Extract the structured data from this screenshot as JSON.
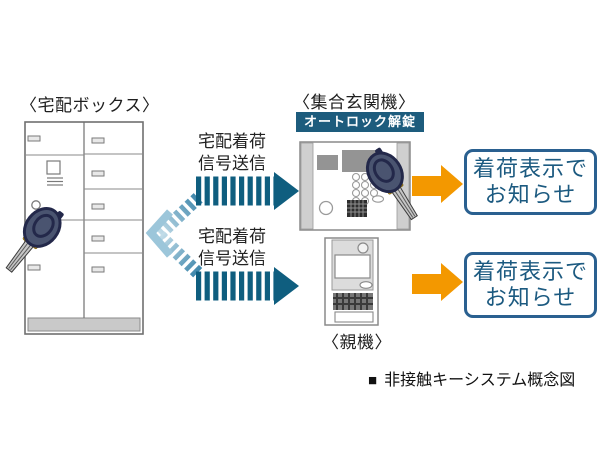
{
  "labels": {
    "delivery_box": "〈宅配ボックス〉",
    "entrance_unit": "〈集合玄関機〉",
    "parent_unit": "〈親機〉",
    "autolock_badge": "オートロック解錠"
  },
  "signal_upper": {
    "line1": "宅配着荷",
    "line2": "信号送信"
  },
  "signal_lower": {
    "line1": "宅配着荷",
    "line2": "信号送信"
  },
  "notify_upper": {
    "line1": "着荷表示で",
    "line2": "お知らせ"
  },
  "notify_lower": {
    "line1": "着荷表示で",
    "line2": "お知らせ"
  },
  "caption": {
    "marker": "■",
    "text": "非接触キーシステム概念図"
  },
  "colors": {
    "signal_teal": "#0f5e7f",
    "signal_fade_start": "#c3dde9",
    "signal_fade_end": "#3c85aa",
    "signal_chevron": "#9cc6da",
    "notify_orange": "#f39800",
    "badge_bg": "#1d5c7d",
    "notify_border": "#2a6090",
    "notify_text": "#1c5a80"
  }
}
